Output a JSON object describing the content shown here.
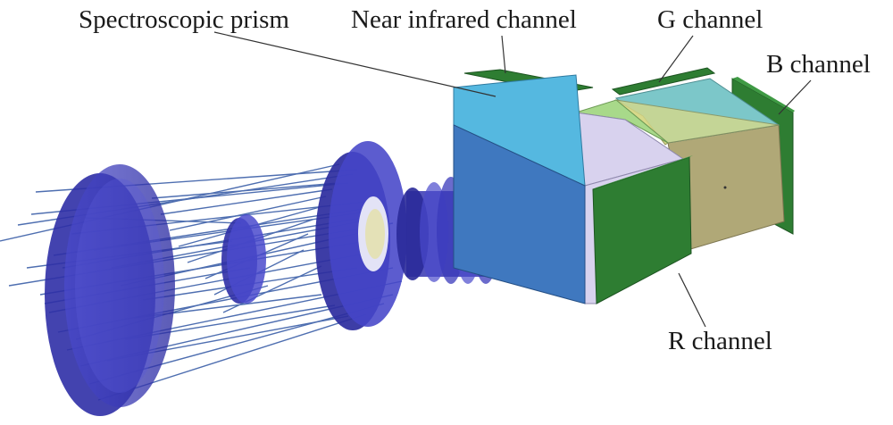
{
  "labels": {
    "spectroscopic_prism": "Spectroscopic prism",
    "near_infrared_channel": "Near infrared channel",
    "g_channel": "G channel",
    "b_channel": "B channel",
    "r_channel": "R channel"
  },
  "colors": {
    "lens": "#3a3ab8",
    "ray": "#3b5fa8",
    "channel_plate": "#2e7d32",
    "prism_cyan": "#55b8e0",
    "prism_blue": "#3f78bf",
    "prism_lavender": "#d8d2ee",
    "prism_yellow": "#d7d98a",
    "prism_teal": "#7cc7c9",
    "prism_green": "#a8d98a",
    "cube_body": "#b0a877"
  }
}
